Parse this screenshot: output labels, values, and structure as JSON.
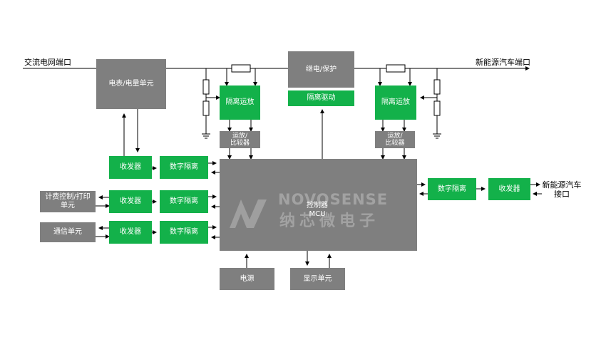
{
  "ports": {
    "ac_grid": "交流电网端口",
    "ev_port": "新能源汽车端口",
    "ev_interface_line1": "新能源汽车",
    "ev_interface_line2": "接口"
  },
  "blocks": {
    "meter": "电表/电量单元",
    "relay": "继电/保护",
    "iso_drive": "隔离驱动",
    "iso_opamp_left": "隔离运放",
    "iso_opamp_right": "隔离运放",
    "opamp_cmp_left_1": "运放/",
    "opamp_cmp_left_2": "比较器",
    "opamp_cmp_right_1": "运放/",
    "opamp_cmp_right_2": "比较器",
    "transceiver_1": "收发器",
    "transceiver_2": "收发器",
    "transceiver_3": "收发器",
    "transceiver_4": "收发器",
    "digital_iso_1": "数字隔离",
    "digital_iso_2": "数字隔离",
    "digital_iso_3": "数字隔离",
    "digital_iso_4": "数字隔离",
    "billing_1": "计费控制/打印",
    "billing_2": "单元",
    "comm": "通信单元",
    "mcu_1": "控制器",
    "mcu_2": "MCU",
    "power": "电源",
    "display": "显示单元"
  },
  "watermark": {
    "brand_en": "NOVOSENSE",
    "brand_cn": "纳芯微电子"
  },
  "colors": {
    "gray": "#7f7f7f",
    "green": "#13b14a",
    "line": "#000000"
  }
}
